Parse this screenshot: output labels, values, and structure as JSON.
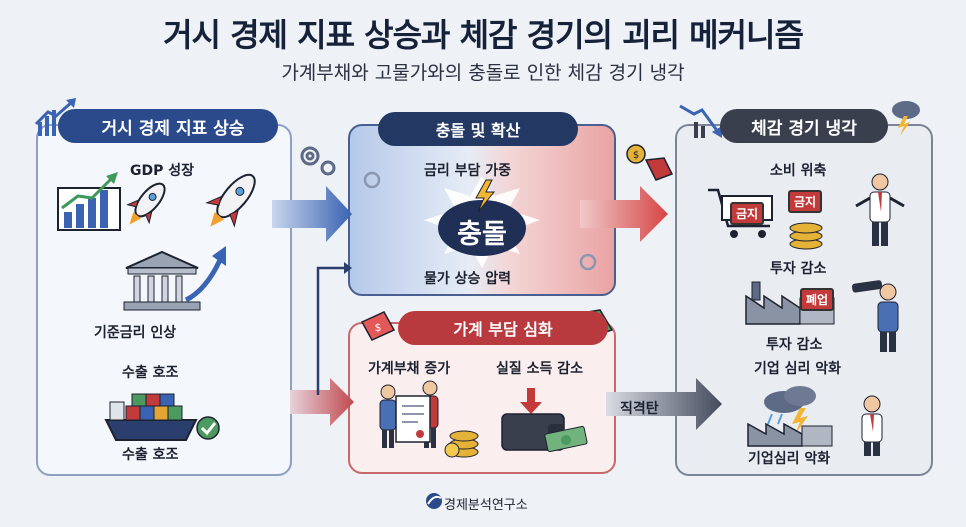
{
  "header": {
    "title": "거시 경제 지표 상승과 체감 경기의 괴리 메커니즘",
    "subtitle": "가계부채와 고물가와의 충돌로 인한 체감 경기 냉각"
  },
  "left_panel": {
    "heading": "거시 경제 지표 상승",
    "items": [
      "GDP 성장",
      "기준금리 인상",
      "수출 호조",
      "수출 호조"
    ]
  },
  "center_panel": {
    "heading": "충돌 및 확산",
    "top_text": "금리 부담 가중",
    "collision": "충돌",
    "bottom_text": "물가 상승 압력"
  },
  "bottom_panel": {
    "heading": "가계 부담 심화",
    "items": [
      "가계부채 증가",
      "실질 소득 감소"
    ]
  },
  "arrow_label": "직격탄",
  "right_panel": {
    "heading": "체감 경기 냉각",
    "items": [
      "소비 위축",
      "투자 감소",
      "투자 감소",
      "기업 심리 악화",
      "기업심리 악화"
    ],
    "signs": [
      "금지",
      "금지",
      "폐업"
    ]
  },
  "footer": {
    "org": "경제분석연구소"
  },
  "icons": [
    "trend-up-icon",
    "gear-icon",
    "rocket-icon",
    "bank-icon",
    "ship-icon",
    "check-icon",
    "lightning-icon",
    "coin-icon",
    "price-tag-icon",
    "document-icon",
    "wallet-icon",
    "cart-icon",
    "factory-icon",
    "storm-cloud-icon",
    "trend-down-icon",
    "person-icon"
  ]
}
